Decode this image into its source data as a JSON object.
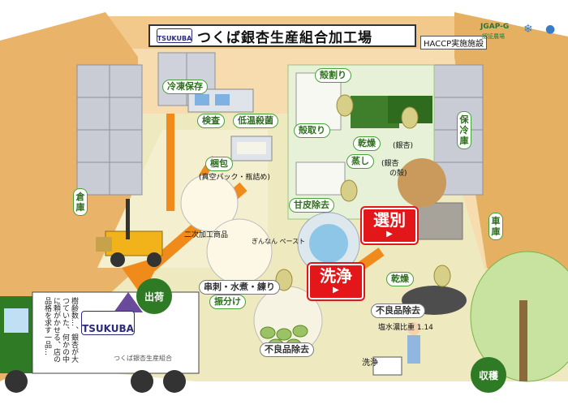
{
  "title": "つくば銀杏生産組合加工場",
  "logo_text": "TSUKUBA",
  "haccp": "HACCP実施施設",
  "badges": {
    "jgap": "JGAP-G",
    "jgap_sub": "認証農場"
  },
  "labels": {
    "freezer": "冷凍保存",
    "inspection": "検査",
    "low_temp": "低温殺菌",
    "packing": "梱包",
    "packing_sub": "(真空パック・瓶詰め)",
    "shell_crack": "殻割り",
    "shell_remove": "殻取り",
    "dry1": "乾燥",
    "boil": "(銀杏)",
    "steam": "蒸し",
    "steam_sub": "(銀杏",
    "steam_sub2": "の殻)",
    "skin_remove": "甘皮除去",
    "skewer": "串刺・水煮・練り",
    "sort": "振分け",
    "dry2": "乾燥",
    "defect_remove1": "不良品除去",
    "defect_remove2": "不良品除去",
    "salinity": "塩水濃比重 1.14",
    "wash_small": "洗浄",
    "secondary": "二次加工商品",
    "paste": "ぎんなん ペースト",
    "warehouse_left": "倉庫",
    "cold_storage": "保冷庫",
    "garage": "車庫"
  },
  "buttons": {
    "select": "選別",
    "wash": "洗浄",
    "ship": "出荷",
    "harvest": "収穫"
  },
  "truck": {
    "logo": "TSUKUBA",
    "side_text": "つくば銀杏生産組合",
    "poem": "樹齢数…、銀杏が大つていた、何かの中に頼がかせる、店の品格を求す一品…"
  }
}
